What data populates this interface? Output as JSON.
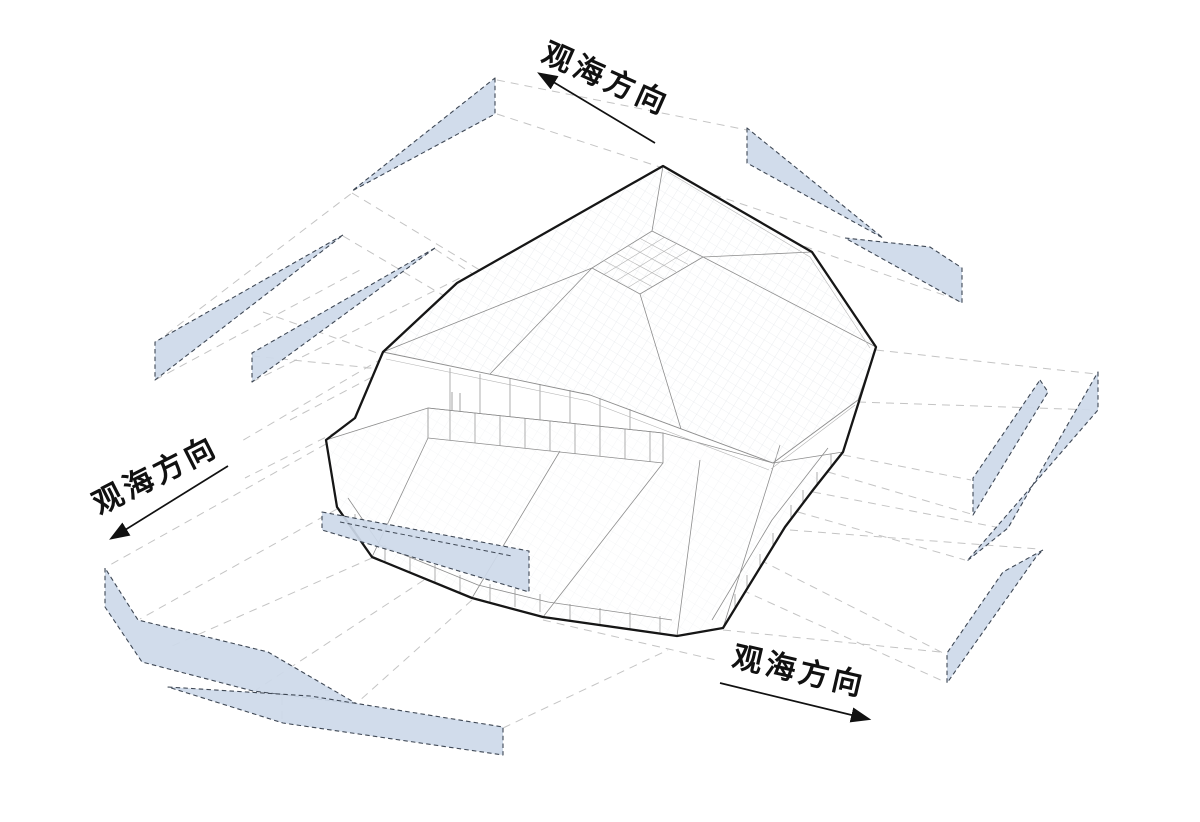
{
  "diagram": {
    "type": "architectural-axonometric-view-corridor-diagram",
    "labels": [
      {
        "id": "view-direction-top",
        "text": "观海方向",
        "arrow_icon": "arrow-up-left"
      },
      {
        "id": "view-direction-left",
        "text": "观海方向",
        "arrow_icon": "arrow-down-left"
      },
      {
        "id": "view-direction-bottom-right",
        "text": "观海方向",
        "arrow_icon": "arrow-down-right"
      }
    ],
    "colors": {
      "background": "#ffffff",
      "view_plane_fill": "#cdd9e9",
      "view_plane_border": "#3f4855",
      "guide_line": "#c4c4c4",
      "building_outline": "#161616",
      "building_detail": "#8d8d8d",
      "building_faint": "#b5b5b5",
      "hatch": "#e0e3e7",
      "label_text": "#111111",
      "arrow": "#111111"
    }
  }
}
